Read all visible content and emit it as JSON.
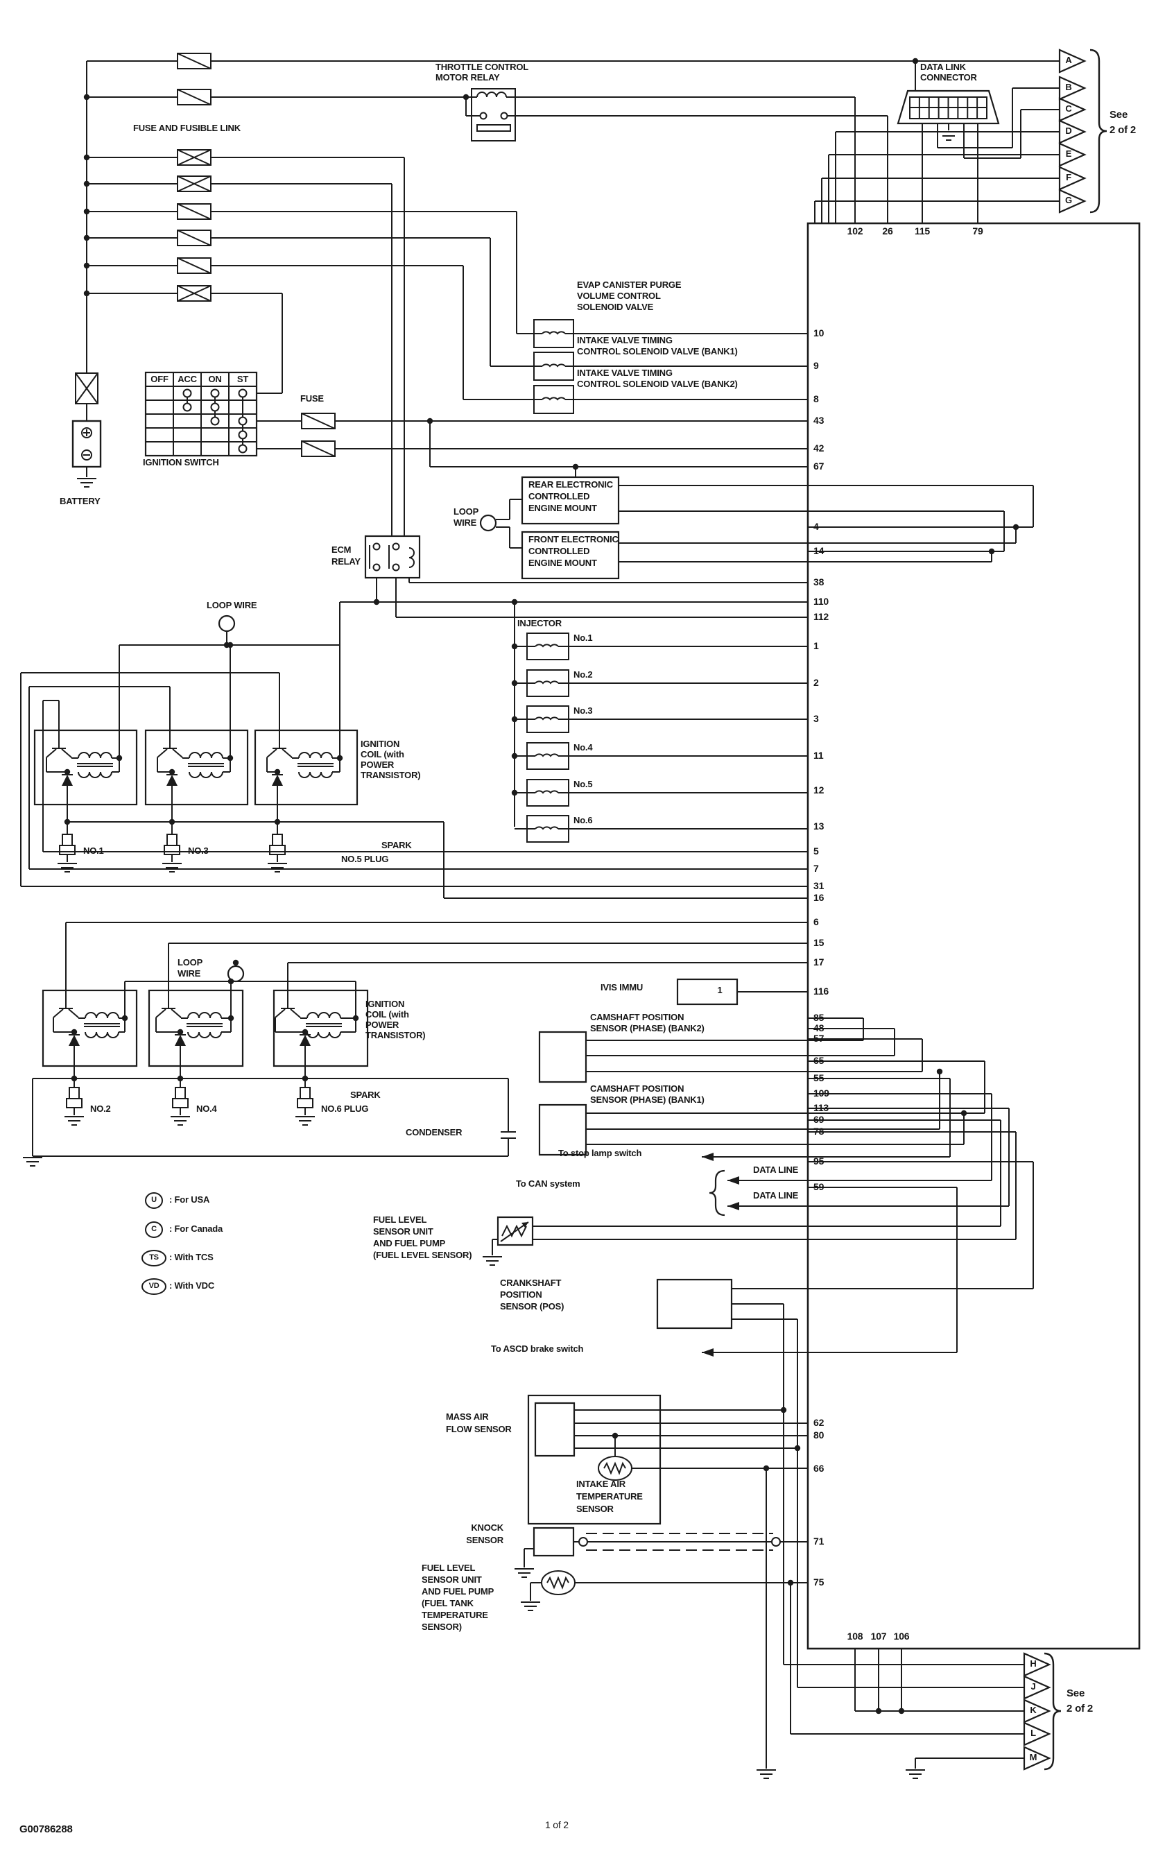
{
  "doc": {
    "number": "G00786288",
    "sheet": "1 of 2"
  },
  "power": {
    "fuse_link": "FUSE AND FUSIBLE LINK",
    "fuse": "FUSE",
    "battery": "BATTERY",
    "ignition_switch": "IGNITION SWITCH",
    "ignition_positions": [
      "OFF",
      "ACC",
      "ON",
      "ST"
    ],
    "throttle_relay": [
      "THROTTLE CONTROL",
      "MOTOR RELAY"
    ],
    "ecm_relay": [
      "ECM",
      "RELAY"
    ]
  },
  "connector_refs": {
    "dlc": [
      "DATA LINK",
      "CONNECTOR"
    ],
    "see_top": [
      "See",
      "2 of 2"
    ],
    "see_bottom": [
      "See",
      "2 of 2"
    ],
    "top_letters": [
      "A",
      "B",
      "C",
      "D",
      "E",
      "F",
      "G"
    ],
    "bottom_letters": [
      "H",
      "J",
      "K",
      "L",
      "M"
    ],
    "ecm_top_pins": [
      "102",
      "26",
      "115",
      "79"
    ],
    "ecm_bottom_pins": [
      "108",
      "107",
      "106"
    ]
  },
  "solenoids": {
    "evap": [
      "EVAP CANISTER PURGE",
      "VOLUME CONTROL",
      "SOLENOID VALVE"
    ],
    "ivt_bank1": [
      "INTAKE VALVE TIMING",
      "CONTROL SOLENOID VALVE (BANK1)"
    ],
    "ivt_bank2": [
      "INTAKE VALVE TIMING",
      "CONTROL SOLENOID VALVE (BANK2)"
    ]
  },
  "mounts": {
    "loop_wire": [
      "LOOP",
      "WIRE"
    ],
    "rear": [
      "REAR ELECTRONIC",
      "CONTROLLED",
      "ENGINE MOUNT"
    ],
    "front": [
      "FRONT ELECTRONIC",
      "CONTROLLED",
      "ENGINE MOUNT"
    ]
  },
  "injectors": {
    "title": "INJECTOR",
    "items": [
      "No.1",
      "No.2",
      "No.3",
      "No.4",
      "No.5",
      "No.6"
    ]
  },
  "ignition_coils": {
    "loop_wire_top": "LOOP WIRE",
    "loop_wire2": [
      "LOOP",
      "WIRE"
    ],
    "coil_label_row1": [
      "IGNITION",
      "COIL (with",
      "POWER",
      "TRANSISTOR)"
    ],
    "coil_label_row2": [
      "IGNITION",
      "COIL (with",
      "POWER",
      "TRANSISTOR)"
    ],
    "plug_no1": "NO.1",
    "plug_no3": "NO.3",
    "spark_row1": [
      "SPARK",
      "NO.5 PLUG"
    ],
    "plug_no2": "NO.2",
    "plug_no4": "NO.4",
    "spark_row2": [
      "SPARK",
      "NO.6 PLUG"
    ],
    "condenser": "CONDENSER"
  },
  "legend": [
    {
      "sym": "U",
      "text": ": For USA"
    },
    {
      "sym": "C",
      "text": ": For Canada"
    },
    {
      "sym": "TS",
      "text": ": With TCS"
    },
    {
      "sym": "VD",
      "text": ": With VDC"
    }
  ],
  "sensors": {
    "ivis": "IVIS IMMU",
    "ivis_value": "1",
    "cam_bank2": [
      "CAMSHAFT POSITION",
      "SENSOR (PHASE) (BANK2)"
    ],
    "cam_bank1": [
      "CAMSHAFT POSITION",
      "SENSOR (PHASE) (BANK1)"
    ],
    "stop_lamp": "To stop lamp switch",
    "can_system": "To CAN system",
    "data_line_1": "DATA LINE",
    "data_line_2": "DATA LINE",
    "fuel_level": [
      "FUEL LEVEL",
      "SENSOR UNIT",
      "AND FUEL PUMP",
      "(FUEL LEVEL SENSOR)"
    ],
    "crankshaft": [
      "CRANKSHAFT",
      "POSITION",
      "SENSOR (POS)"
    ],
    "ascd": "To ASCD brake switch",
    "maf": [
      "MASS AIR",
      "FLOW SENSOR"
    ],
    "iat": [
      "INTAKE AIR",
      "TEMPERATURE",
      "SENSOR"
    ],
    "knock": [
      "KNOCK",
      "SENSOR"
    ],
    "fuel_tank": [
      "FUEL LEVEL",
      "SENSOR UNIT",
      "AND FUEL PUMP",
      "(FUEL TANK",
      "TEMPERATURE",
      "SENSOR)"
    ]
  },
  "ecm_left_pins": [
    "10",
    "9",
    "8",
    "43",
    "42",
    "67",
    "4",
    "14",
    "38",
    "110",
    "112",
    "1",
    "2",
    "3",
    "11",
    "12",
    "13",
    "5",
    "7",
    "31",
    "16",
    "6",
    "15",
    "17",
    "116",
    "85",
    "48",
    "57",
    "65",
    "55",
    "109",
    "113",
    "69",
    "78",
    "95",
    "59",
    "62",
    "80",
    "66",
    "71",
    "75"
  ]
}
